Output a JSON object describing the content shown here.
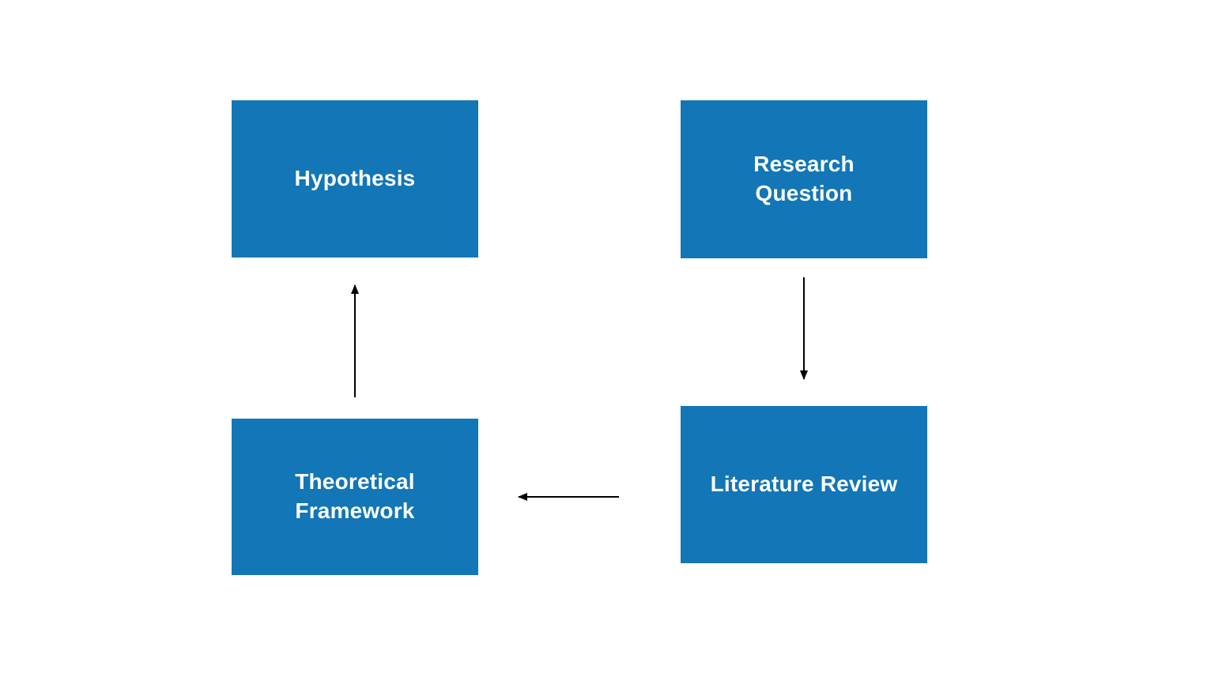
{
  "diagram": {
    "background_color": "#ffffff",
    "node_fill_color": "#1276b7",
    "node_text_color": "#ffffff",
    "arrow_color": "#000000",
    "nodes": [
      {
        "id": "hypothesis",
        "label": "Hypothesis"
      },
      {
        "id": "research-question",
        "label": "Research Question"
      },
      {
        "id": "theoretical-framework",
        "label": "Theoretical Framework"
      },
      {
        "id": "literature-review",
        "label": "Literature Review"
      }
    ],
    "edges": [
      {
        "from": "research-question",
        "to": "literature-review",
        "direction": "down"
      },
      {
        "from": "literature-review",
        "to": "theoretical-framework",
        "direction": "left"
      },
      {
        "from": "theoretical-framework",
        "to": "hypothesis",
        "direction": "up"
      }
    ]
  }
}
